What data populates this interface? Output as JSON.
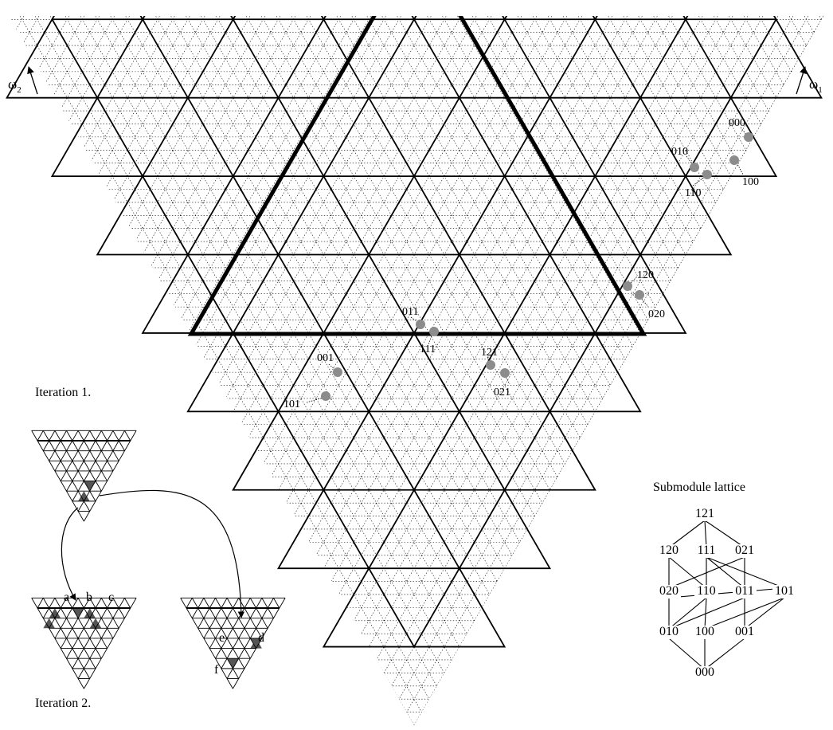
{
  "axes": {
    "omega2": {
      "symbol": "ω",
      "sub": "2"
    },
    "omega1": {
      "symbol": "ω",
      "sub": "1"
    }
  },
  "weight_labels": [
    "000",
    "010",
    "110",
    "100",
    "120",
    "020",
    "011",
    "111",
    "121",
    "021",
    "001",
    "101"
  ],
  "captions": {
    "iteration1": "Iteration 1.",
    "iteration2": "Iteration 2.",
    "submodule": "Submodule lattice"
  },
  "iteration_letters": [
    "a",
    "b",
    "c",
    "d",
    "e",
    "f"
  ],
  "lattice": {
    "nodes": [
      "121",
      "120",
      "111",
      "021",
      "020",
      "110",
      "011",
      "101",
      "010",
      "100",
      "001",
      "000"
    ],
    "edges": [
      [
        "121",
        "120"
      ],
      [
        "121",
        "111"
      ],
      [
        "121",
        "021"
      ],
      [
        "120",
        "020"
      ],
      [
        "120",
        "110"
      ],
      [
        "111",
        "110"
      ],
      [
        "111",
        "011"
      ],
      [
        "111",
        "101"
      ],
      [
        "021",
        "011"
      ],
      [
        "021",
        "020"
      ],
      [
        "020",
        "010"
      ],
      [
        "020",
        "101"
      ],
      [
        "110",
        "010"
      ],
      [
        "110",
        "100"
      ],
      [
        "011",
        "010"
      ],
      [
        "011",
        "001"
      ],
      [
        "101",
        "100"
      ],
      [
        "101",
        "001"
      ],
      [
        "010",
        "000"
      ],
      [
        "100",
        "000"
      ],
      [
        "001",
        "000"
      ]
    ]
  },
  "colors": {
    "dot": "#8c8c8c",
    "shade": "#555555",
    "line": "#000000"
  }
}
